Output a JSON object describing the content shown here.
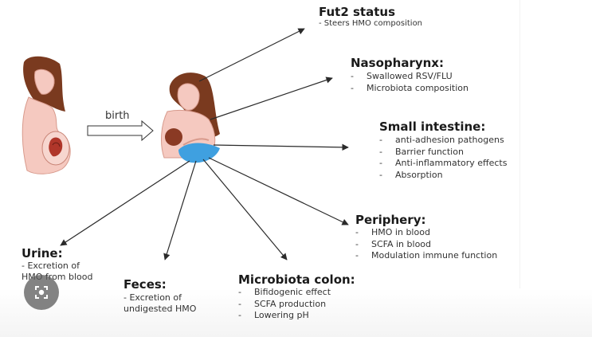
{
  "birth_label": "birth",
  "nodes": {
    "fut2": {
      "title": "Fut2 status",
      "items": [
        "- Steers HMO composition"
      ]
    },
    "nasopharynx": {
      "title": "Nasopharynx:",
      "items": [
        "Swallowed RSV/FLU",
        "Microbiota composition"
      ]
    },
    "small_intestine": {
      "title": "Small intestine:",
      "items": [
        "anti-adhesion pathogens",
        "Barrier function",
        "Anti-inflammatory effects",
        "Absorption"
      ]
    },
    "periphery": {
      "title": "Periphery:",
      "items": [
        "HMO in blood",
        "SCFA in blood",
        "Modulation immune function"
      ]
    },
    "microbiota_colon": {
      "title": "Microbiota colon:",
      "items": [
        "Bifidogenic effect",
        "SCFA production",
        "Lowering pH"
      ]
    },
    "feces": {
      "title": "Feces:",
      "lines": [
        "- Excretion of",
        "undigested HMO"
      ]
    },
    "urine": {
      "title": "Urine:",
      "lines": [
        "- Excretion of",
        "HMO from blood"
      ]
    }
  },
  "colors": {
    "skin": "#f5c9c0",
    "skin_outline": "#d89a8c",
    "hair": "#7a3a1f",
    "baby_blanket": "#3fa0e0",
    "arrow": "#2a2a2a"
  },
  "icons": {
    "lens": "lens-icon"
  }
}
